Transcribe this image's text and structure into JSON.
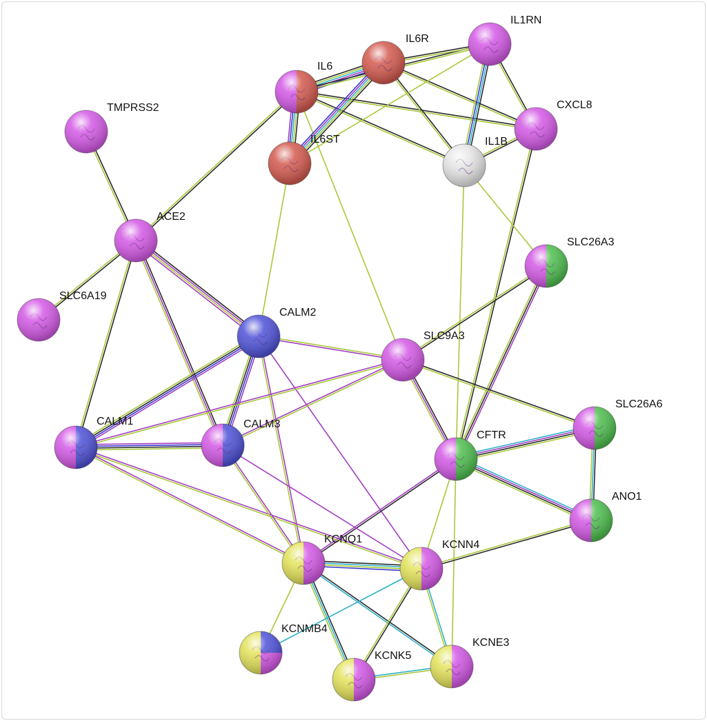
{
  "network": {
    "colors": {
      "violet": "#d459e6",
      "red": "#d45a4f",
      "blue": "#4f52d8",
      "green": "#4fbf4f",
      "yellow": "#e3e35a",
      "grey": "#e6e6e6",
      "edge_black": "#2b2b2b",
      "edge_lime": "#a8c83a",
      "edge_purple": "#a23dc1",
      "edge_blue": "#3a3ad0",
      "edge_cyan": "#2fb0c8"
    },
    "nodes": [
      {
        "id": "IL6",
        "label": "IL6",
        "fill": [
          "violet",
          "red"
        ],
        "split": "v"
      },
      {
        "id": "IL6R",
        "label": "IL6R",
        "fill": [
          "red"
        ]
      },
      {
        "id": "IL1RN",
        "label": "IL1RN",
        "fill": [
          "violet"
        ]
      },
      {
        "id": "CXCL8",
        "label": "CXCL8",
        "fill": [
          "violet"
        ]
      },
      {
        "id": "IL6ST",
        "label": "IL6ST",
        "fill": [
          "red"
        ]
      },
      {
        "id": "IL1B",
        "label": "IL1B",
        "fill": [
          "grey"
        ]
      },
      {
        "id": "TMPRSS2",
        "label": "TMPRSS2",
        "fill": [
          "violet"
        ]
      },
      {
        "id": "ACE2",
        "label": "ACE2",
        "fill": [
          "violet"
        ]
      },
      {
        "id": "SLC26A3",
        "label": "SLC26A3",
        "fill": [
          "violet",
          "green"
        ],
        "split": "v"
      },
      {
        "id": "SLC6A19",
        "label": "SLC6A19",
        "fill": [
          "violet"
        ]
      },
      {
        "id": "CALM2",
        "label": "CALM2",
        "fill": [
          "blue"
        ]
      },
      {
        "id": "SLC9A3",
        "label": "SLC9A3",
        "fill": [
          "violet"
        ]
      },
      {
        "id": "SLC26A6",
        "label": "SLC26A6",
        "fill": [
          "violet",
          "green"
        ],
        "split": "v"
      },
      {
        "id": "CALM1",
        "label": "CALM1",
        "fill": [
          "violet",
          "blue"
        ],
        "split": "v"
      },
      {
        "id": "CALM3",
        "label": "CALM3",
        "fill": [
          "violet",
          "blue"
        ],
        "split": "v"
      },
      {
        "id": "CFTR",
        "label": "CFTR",
        "fill": [
          "violet",
          "green"
        ],
        "split": "v"
      },
      {
        "id": "ANO1",
        "label": "ANO1",
        "fill": [
          "violet",
          "green"
        ],
        "split": "v"
      },
      {
        "id": "KCNQ1",
        "label": "KCNQ1",
        "fill": [
          "yellow",
          "violet"
        ],
        "split": "v"
      },
      {
        "id": "KCNN4",
        "label": "KCNN4",
        "fill": [
          "yellow",
          "violet"
        ],
        "split": "v"
      },
      {
        "id": "KCNMB4",
        "label": "KCNMB4",
        "fill": [
          "yellow",
          "blue",
          "violet"
        ],
        "split": "q"
      },
      {
        "id": "KCNK5",
        "label": "KCNK5",
        "fill": [
          "yellow",
          "violet"
        ],
        "split": "v"
      },
      {
        "id": "KCNE3",
        "label": "KCNE3",
        "fill": [
          "yellow",
          "violet"
        ],
        "split": "v"
      }
    ],
    "edges": [
      {
        "a": "TMPRSS2",
        "b": "ACE2",
        "c": [
          "edge_black",
          "edge_lime"
        ]
      },
      {
        "a": "ACE2",
        "b": "IL6",
        "c": [
          "edge_lime",
          "edge_black"
        ]
      },
      {
        "a": "ACE2",
        "b": "SLC6A19",
        "c": [
          "edge_black",
          "edge_lime"
        ]
      },
      {
        "a": "ACE2",
        "b": "CALM2",
        "c": [
          "edge_black",
          "edge_purple",
          "edge_lime",
          "edge_purple"
        ]
      },
      {
        "a": "ACE2",
        "b": "CALM1",
        "c": [
          "edge_black",
          "edge_lime"
        ]
      },
      {
        "a": "ACE2",
        "b": "CALM3",
        "c": [
          "edge_black",
          "edge_purple",
          "edge_lime"
        ]
      },
      {
        "a": "IL6",
        "b": "IL6R",
        "c": [
          "edge_black",
          "edge_lime",
          "edge_cyan",
          "edge_purple",
          "edge_blue"
        ]
      },
      {
        "a": "IL6",
        "b": "IL6ST",
        "c": [
          "edge_black",
          "edge_lime",
          "edge_cyan",
          "edge_blue",
          "edge_purple"
        ]
      },
      {
        "a": "IL6",
        "b": "IL1RN",
        "c": [
          "edge_black",
          "edge_lime"
        ]
      },
      {
        "a": "IL6",
        "b": "CXCL8",
        "c": [
          "edge_black",
          "edge_lime"
        ]
      },
      {
        "a": "IL6",
        "b": "IL1B",
        "c": [
          "edge_black",
          "edge_lime"
        ]
      },
      {
        "a": "IL6",
        "b": "SLC9A3",
        "c": [
          "edge_lime"
        ]
      },
      {
        "a": "IL6R",
        "b": "IL6ST",
        "c": [
          "edge_black",
          "edge_lime",
          "edge_cyan",
          "edge_purple",
          "edge_blue"
        ]
      },
      {
        "a": "IL6R",
        "b": "IL1RN",
        "c": [
          "edge_black",
          "edge_lime"
        ]
      },
      {
        "a": "IL6R",
        "b": "CXCL8",
        "c": [
          "edge_black",
          "edge_lime"
        ]
      },
      {
        "a": "IL6R",
        "b": "IL1B",
        "c": [
          "edge_black",
          "edge_lime"
        ]
      },
      {
        "a": "IL1RN",
        "b": "IL1B",
        "c": [
          "edge_black",
          "edge_cyan",
          "edge_blue",
          "edge_lime"
        ]
      },
      {
        "a": "IL1RN",
        "b": "CXCL8",
        "c": [
          "edge_black",
          "edge_lime"
        ]
      },
      {
        "a": "IL1RN",
        "b": "IL6ST",
        "c": [
          "edge_lime"
        ]
      },
      {
        "a": "CXCL8",
        "b": "IL1B",
        "c": [
          "edge_black",
          "edge_lime"
        ]
      },
      {
        "a": "CXCL8",
        "b": "CFTR",
        "c": [
          "edge_black",
          "edge_lime"
        ]
      },
      {
        "a": "IL1B",
        "b": "CFTR",
        "c": [
          "edge_lime"
        ]
      },
      {
        "a": "IL1B",
        "b": "SLC26A3",
        "c": [
          "edge_lime"
        ]
      },
      {
        "a": "IL6ST",
        "b": "CALM2",
        "c": [
          "edge_lime"
        ]
      },
      {
        "a": "SLC26A3",
        "b": "SLC9A3",
        "c": [
          "edge_black",
          "edge_lime"
        ]
      },
      {
        "a": "SLC26A3",
        "b": "CFTR",
        "c": [
          "edge_purple",
          "edge_black",
          "edge_lime"
        ]
      },
      {
        "a": "CALM2",
        "b": "SLC9A3",
        "c": [
          "edge_lime",
          "edge_purple"
        ]
      },
      {
        "a": "CALM2",
        "b": "CALM1",
        "c": [
          "edge_purple",
          "edge_blue",
          "edge_black",
          "edge_lime"
        ]
      },
      {
        "a": "CALM2",
        "b": "CALM3",
        "c": [
          "edge_purple",
          "edge_blue",
          "edge_black",
          "edge_lime"
        ]
      },
      {
        "a": "CALM2",
        "b": "KCNQ1",
        "c": [
          "edge_purple",
          "edge_lime"
        ]
      },
      {
        "a": "CALM2",
        "b": "KCNN4",
        "c": [
          "edge_purple"
        ]
      },
      {
        "a": "SLC9A3",
        "b": "CFTR",
        "c": [
          "edge_black",
          "edge_purple",
          "edge_lime"
        ]
      },
      {
        "a": "SLC9A3",
        "b": "SLC26A6",
        "c": [
          "edge_black",
          "edge_lime"
        ]
      },
      {
        "a": "SLC9A3",
        "b": "CALM1",
        "c": [
          "edge_lime",
          "edge_purple"
        ]
      },
      {
        "a": "SLC9A3",
        "b": "CALM3",
        "c": [
          "edge_lime",
          "edge_purple"
        ]
      },
      {
        "a": "CFTR",
        "b": "SLC26A6",
        "c": [
          "edge_cyan",
          "edge_purple",
          "edge_black",
          "edge_lime"
        ]
      },
      {
        "a": "CFTR",
        "b": "ANO1",
        "c": [
          "edge_cyan",
          "edge_purple",
          "edge_black",
          "edge_lime"
        ]
      },
      {
        "a": "CFTR",
        "b": "KCNQ1",
        "c": [
          "edge_black",
          "edge_purple"
        ]
      },
      {
        "a": "CFTR",
        "b": "KCNN4",
        "c": [
          "edge_lime"
        ]
      },
      {
        "a": "CFTR",
        "b": "KCNE3",
        "c": [
          "edge_lime"
        ]
      },
      {
        "a": "SLC26A6",
        "b": "ANO1",
        "c": [
          "edge_black",
          "edge_cyan",
          "edge_lime"
        ]
      },
      {
        "a": "ANO1",
        "b": "KCNN4",
        "c": [
          "edge_black",
          "edge_lime"
        ]
      },
      {
        "a": "CALM1",
        "b": "CALM3",
        "c": [
          "edge_purple",
          "edge_blue",
          "edge_black",
          "edge_lime"
        ]
      },
      {
        "a": "CALM1",
        "b": "KCNQ1",
        "c": [
          "edge_purple",
          "edge_lime"
        ]
      },
      {
        "a": "CALM1",
        "b": "KCNN4",
        "c": [
          "edge_purple",
          "edge_lime"
        ]
      },
      {
        "a": "CALM3",
        "b": "KCNQ1",
        "c": [
          "edge_purple",
          "edge_lime"
        ]
      },
      {
        "a": "CALM3",
        "b": "KCNN4",
        "c": [
          "edge_purple"
        ]
      },
      {
        "a": "KCNQ1",
        "b": "KCNN4",
        "c": [
          "edge_black",
          "edge_cyan",
          "edge_lime",
          "edge_blue"
        ]
      },
      {
        "a": "KCNQ1",
        "b": "KCNK5",
        "c": [
          "edge_black",
          "edge_cyan",
          "edge_lime"
        ]
      },
      {
        "a": "KCNQ1",
        "b": "KCNE3",
        "c": [
          "edge_black",
          "edge_cyan"
        ]
      },
      {
        "a": "KCNQ1",
        "b": "KCNMB4",
        "c": [
          "edge_lime"
        ]
      },
      {
        "a": "KCNN4",
        "b": "KCNK5",
        "c": [
          "edge_black",
          "edge_lime"
        ]
      },
      {
        "a": "KCNN4",
        "b": "KCNE3",
        "c": [
          "edge_cyan",
          "edge_lime"
        ]
      },
      {
        "a": "KCNN4",
        "b": "KCNMB4",
        "c": [
          "edge_cyan"
        ]
      },
      {
        "a": "KCNK5",
        "b": "KCNE3",
        "c": [
          "edge_cyan",
          "edge_lime"
        ]
      }
    ]
  }
}
